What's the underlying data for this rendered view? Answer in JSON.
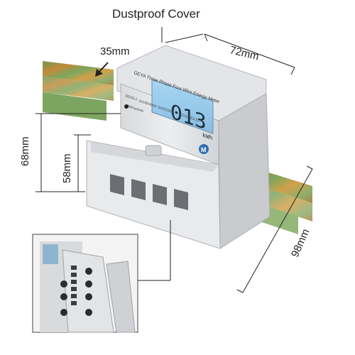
{
  "caption": "Dustproof Cover",
  "dimensions": {
    "rail_width": "35mm",
    "device_width": "72mm",
    "device_height_total": "68mm",
    "device_height_body": "58mm",
    "device_depth": "98mm"
  },
  "meter": {
    "brand_line": "GEYA Three Phase Four Wire Energy Meter",
    "reading": "013",
    "unit": "kWh",
    "model": "DDS3-1",
    "voltage": "3x230/400V",
    "current": "3x(5)100A",
    "impulse": "800imp/kWh",
    "standard": "IEC62053-21",
    "logo": "M"
  },
  "colors": {
    "rail_green": "#7fa35a",
    "rail_orange": "#d08a3a",
    "housing": "#e6e7e9",
    "lcd": "#9ccbea"
  }
}
